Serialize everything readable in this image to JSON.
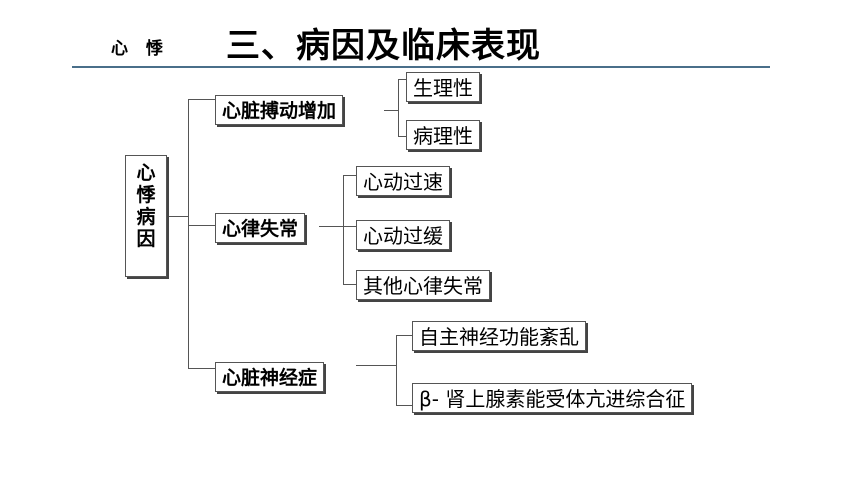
{
  "header": {
    "left_label": "心 悸",
    "title": "三、病因及临床表现"
  },
  "diagram": {
    "root": {
      "chars": [
        "心",
        "悸",
        "病",
        "因"
      ]
    },
    "branches": [
      {
        "label": "心脏搏动增加",
        "children": [
          "生理性",
          "病理性"
        ]
      },
      {
        "label": "心律失常",
        "children": [
          "心动过速",
          "心动过缓",
          "其他心律失常"
        ]
      },
      {
        "label": "心脏神经症",
        "children": [
          "自主神经功能紊乱",
          "β- 肾上腺素能受体亢进综合征"
        ]
      }
    ]
  }
}
